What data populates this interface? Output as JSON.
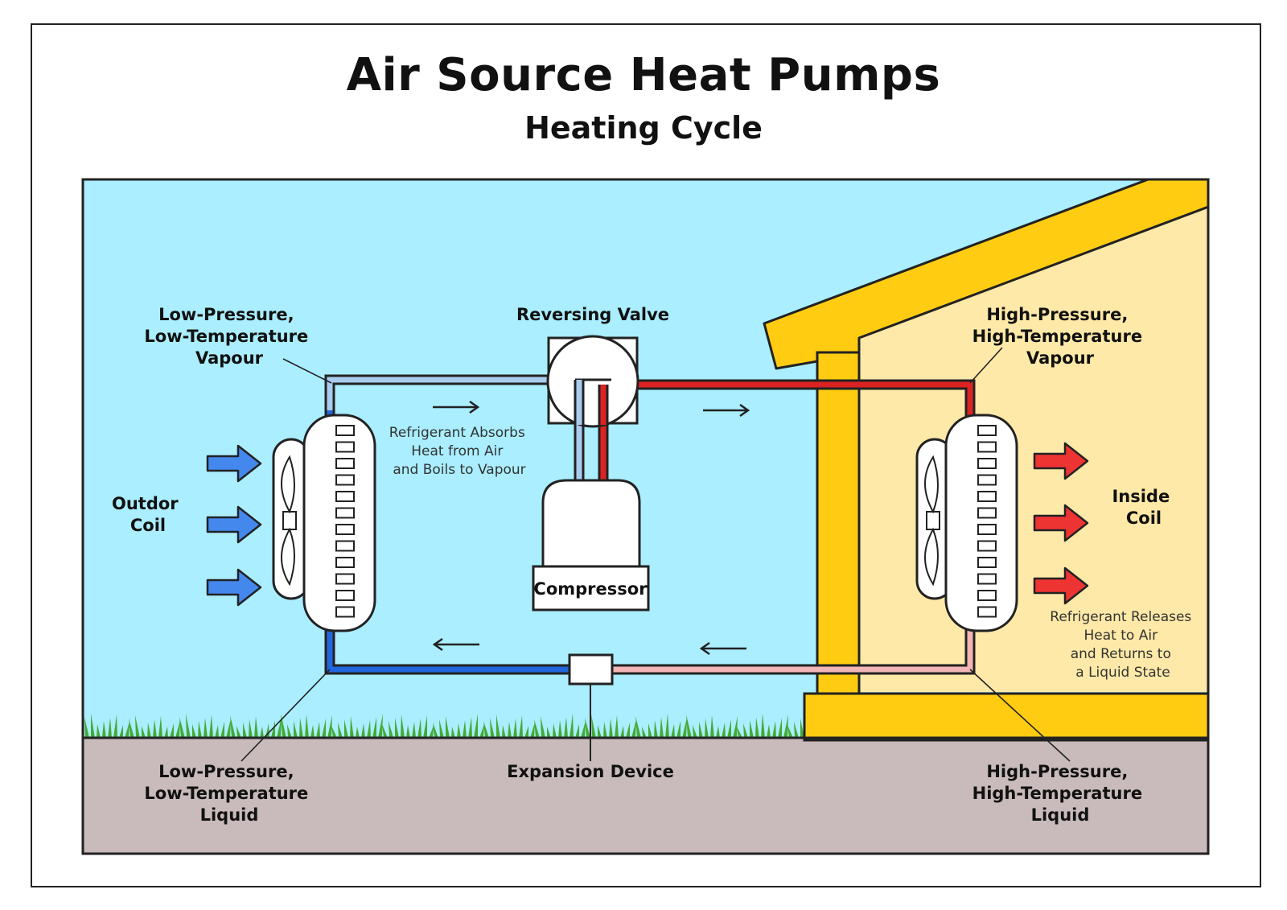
{
  "title": "Air Source Heat Pumps",
  "subtitle": "Heating Cycle",
  "colors": {
    "sky": "#aaeeff",
    "ground": "#c9bbbb",
    "house_wall": "#ffe9a8",
    "house_frame": "#ffcc11",
    "grass": "#44aa33",
    "cold_pipe": "#2266dd",
    "cold_vapour_pipe": "#aaccee",
    "hot_pipe": "#dd2222",
    "warm_liquid_pipe": "#f2b6b6",
    "intake_arrow": "#4488ee",
    "output_arrow": "#ee3333"
  },
  "labels": {
    "lp_vapour": [
      "Low-Pressure,",
      "Low-Temperature",
      "Vapour"
    ],
    "reversing_valve": "Reversing Valve",
    "hp_vapour": [
      "High-Pressure,",
      "High-Temperature",
      "Vapour"
    ],
    "outdoor_coil": [
      "Outdor",
      "Coil"
    ],
    "inside_coil": [
      "Inside",
      "Coil"
    ],
    "absorbs_note": [
      "Refrigerant Absorbs",
      "Heat from Air",
      "and Boils to Vapour"
    ],
    "releases_note": [
      "Refrigerant Releases",
      "Heat to Air",
      "and Returns to",
      "a Liquid State"
    ],
    "compressor": "Compressor",
    "lp_liquid": [
      "Low-Pressure,",
      "Low-Temperature",
      "Liquid"
    ],
    "expansion_device": "Expansion Device",
    "hp_liquid": [
      "High-Pressure,",
      "High-Temperature",
      "Liquid"
    ]
  },
  "icons": {
    "outdoor_fan": "fan-icon",
    "inside_fan": "fan-icon",
    "flow": "arrow-right-icon"
  }
}
